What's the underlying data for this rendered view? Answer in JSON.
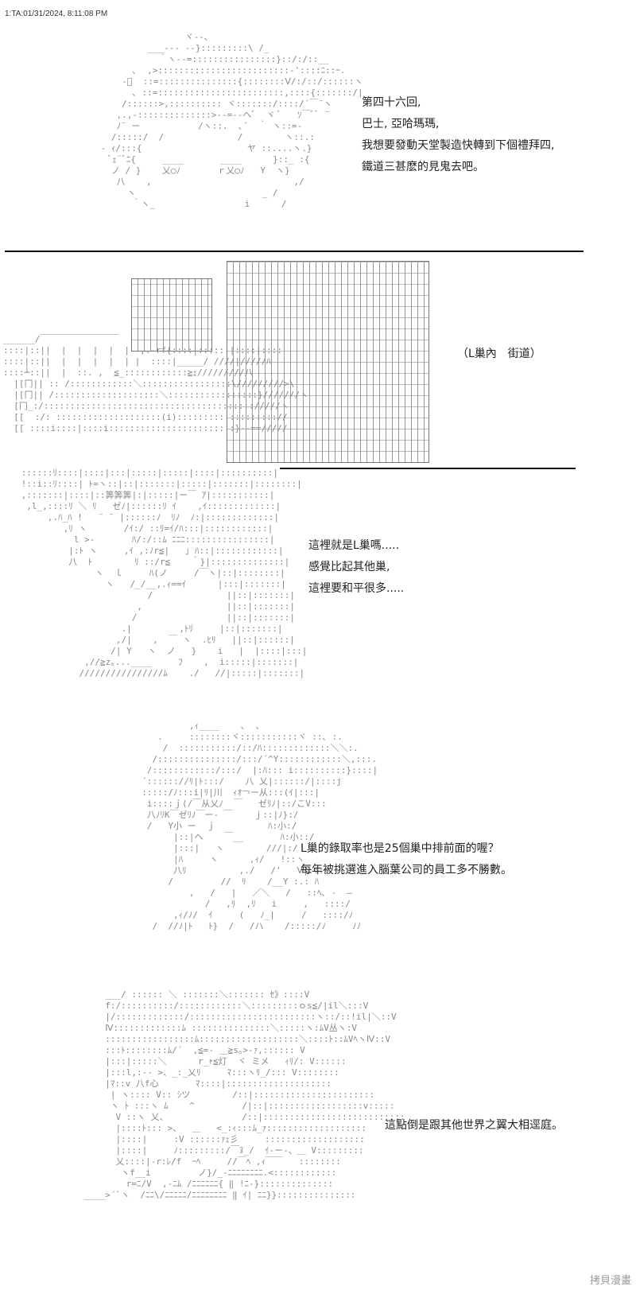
{
  "header": {
    "stamp": "1:TA:01/31/2024, 8:11:08 PM"
  },
  "watermark": "拷貝漫畫",
  "panels": [
    {
      "lines": [
        "第四十六回,",
        "巴士, 亞哈瑪瑪,",
        "我想要發動天堂製造快轉到下個禮拜四,",
        "鐵道三甚麽的見鬼去吧。"
      ]
    },
    {
      "lines": [
        "（L巢內　街道）"
      ]
    },
    {
      "lines": [
        "這裡就是L巢嗎.....",
        "感覺比起其他巢,",
        "這裡要和平很多....."
      ]
    },
    {
      "lines": [
        "L巢的錄取率也是25個巢中排前面的喔？",
        "每年被挑選進入腦葉公司的員工多不勝數。"
      ]
    },
    {
      "lines": [
        "這點倒是跟其他世界之翼大相逕庭。"
      ]
    }
  ]
}
